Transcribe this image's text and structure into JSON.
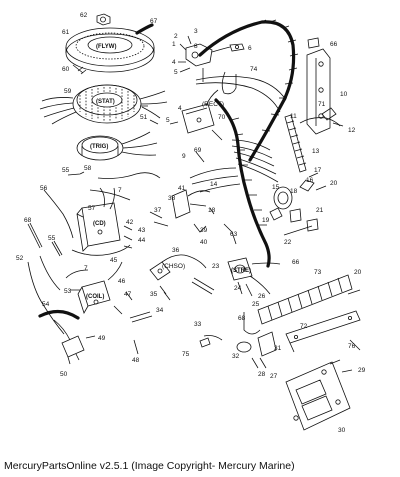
{
  "caption": "MercuryPartsOnline v2.5.1 (Image Copyright- Mercury Marine)",
  "component_labels": {
    "flyw": "(FLYW)",
    "stat": "(STAT)",
    "trig": "(TRIG)",
    "rect": "(RECT)",
    "cd": "(CD)",
    "chso": "(CHSO)",
    "stre": "(STRE)",
    "coil": "(COIL)"
  },
  "callouts": {
    "n1": "1",
    "n2": "2",
    "n3": "3",
    "n4a": "4",
    "n4b": "4",
    "n5": "5",
    "n6": "6",
    "n7a": "7",
    "n7b": "7",
    "n8": "8",
    "n9": "9",
    "n10": "10",
    "n11": "11",
    "n12": "12",
    "n13": "13",
    "n14": "14",
    "n15": "15",
    "n16": "16",
    "n17": "17",
    "n18a": "18",
    "n18b": "18",
    "n19": "19",
    "n20a": "20",
    "n20b": "20",
    "n21": "21",
    "n22": "22",
    "n23": "23",
    "n24": "24",
    "n25": "25",
    "n26": "26",
    "n27": "27",
    "n28": "28",
    "n29": "29",
    "n30": "30",
    "n31": "31",
    "n32": "32",
    "n33": "33",
    "n34": "34",
    "n35": "35",
    "n36": "36",
    "n37": "37",
    "n38": "38",
    "n39": "39",
    "n40": "40",
    "n41": "41",
    "n42": "42",
    "n43": "43",
    "n44": "44",
    "n45": "45",
    "n46": "46",
    "n47": "47",
    "n48": "48",
    "n49": "49",
    "n50": "50",
    "n51": "51",
    "n52": "52",
    "n53": "53",
    "n54": "54",
    "n55": "55",
    "n56": "56",
    "n57": "57",
    "n58": "58",
    "n59": "59",
    "n60": "60",
    "n61": "61",
    "n62": "62",
    "n63": "63",
    "n66a": "66",
    "n66b": "66",
    "n67": "67",
    "n68": "68",
    "n69": "69",
    "n70": "70",
    "n71": "71",
    "n72": "72",
    "n73": "73",
    "n74": "74",
    "n75": "75",
    "n76": "76"
  },
  "colors": {
    "ink": "#111111",
    "background": "#ffffff"
  }
}
